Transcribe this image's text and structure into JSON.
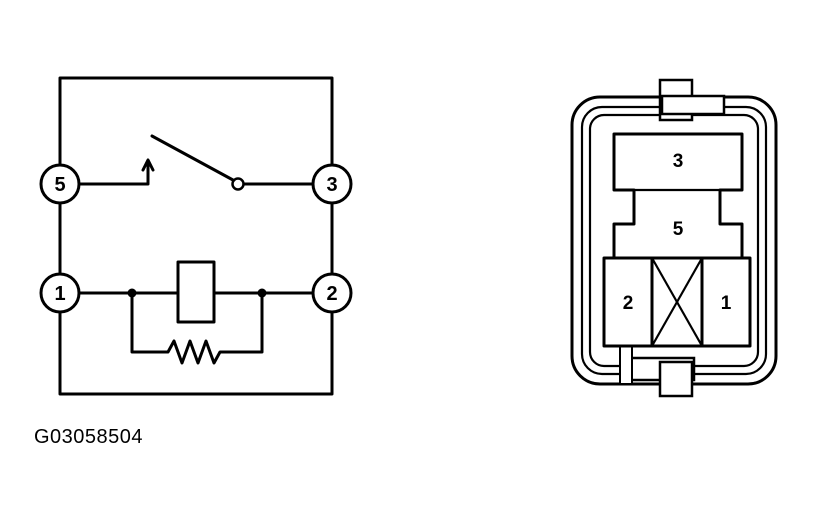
{
  "schematic": {
    "terminals": [
      "5",
      "3",
      "1",
      "2"
    ]
  },
  "connector": {
    "cavities": [
      "3",
      "5",
      "2",
      "1"
    ]
  },
  "figure_id": "G03058504"
}
